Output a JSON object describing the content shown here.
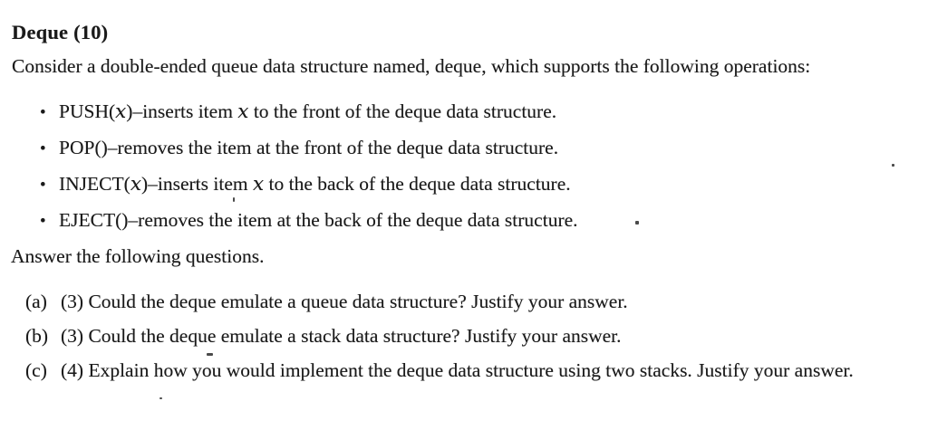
{
  "page": {
    "title": "Deque (10)",
    "intro": "Consider a double-ended queue data structure named, deque, which supports the following operations:",
    "answer_prompt": "Answer the following questions.",
    "bullet_glyph": "•",
    "colors": {
      "background": "#ffffff",
      "text": "#1a1a1a"
    }
  },
  "operations": [
    {
      "segments": [
        {
          "text": "PUSH(",
          "italic": false
        },
        {
          "text": "x",
          "italic": true
        },
        {
          "text": ")–inserts item ",
          "italic": false
        },
        {
          "text": "x",
          "italic": true
        },
        {
          "text": " to the front of the deque data structure.",
          "italic": false
        }
      ]
    },
    {
      "segments": [
        {
          "text": "POP()–removes the item at the front of the deque data structure.",
          "italic": false
        }
      ]
    },
    {
      "segments": [
        {
          "text": "INJECT(",
          "italic": false
        },
        {
          "text": "x",
          "italic": true
        },
        {
          "text": ")–inserts item ",
          "italic": false
        },
        {
          "text": "x",
          "italic": true
        },
        {
          "text": " to the back of the deque data structure.",
          "italic": false
        }
      ]
    },
    {
      "segments": [
        {
          "text": "EJECT()–removes the item at the back of the deque data structure.",
          "italic": false
        }
      ]
    }
  ],
  "questions": [
    {
      "label": "(a)",
      "text": "(3) Could the deque emulate a queue data structure? Justify your answer."
    },
    {
      "label": "(b)",
      "text": "(3) Could the deque emulate a stack data structure? Justify your answer."
    },
    {
      "label": "(c)",
      "text": "(4) Explain how you would implement the deque data structure using two stacks. Justify your answer."
    }
  ]
}
